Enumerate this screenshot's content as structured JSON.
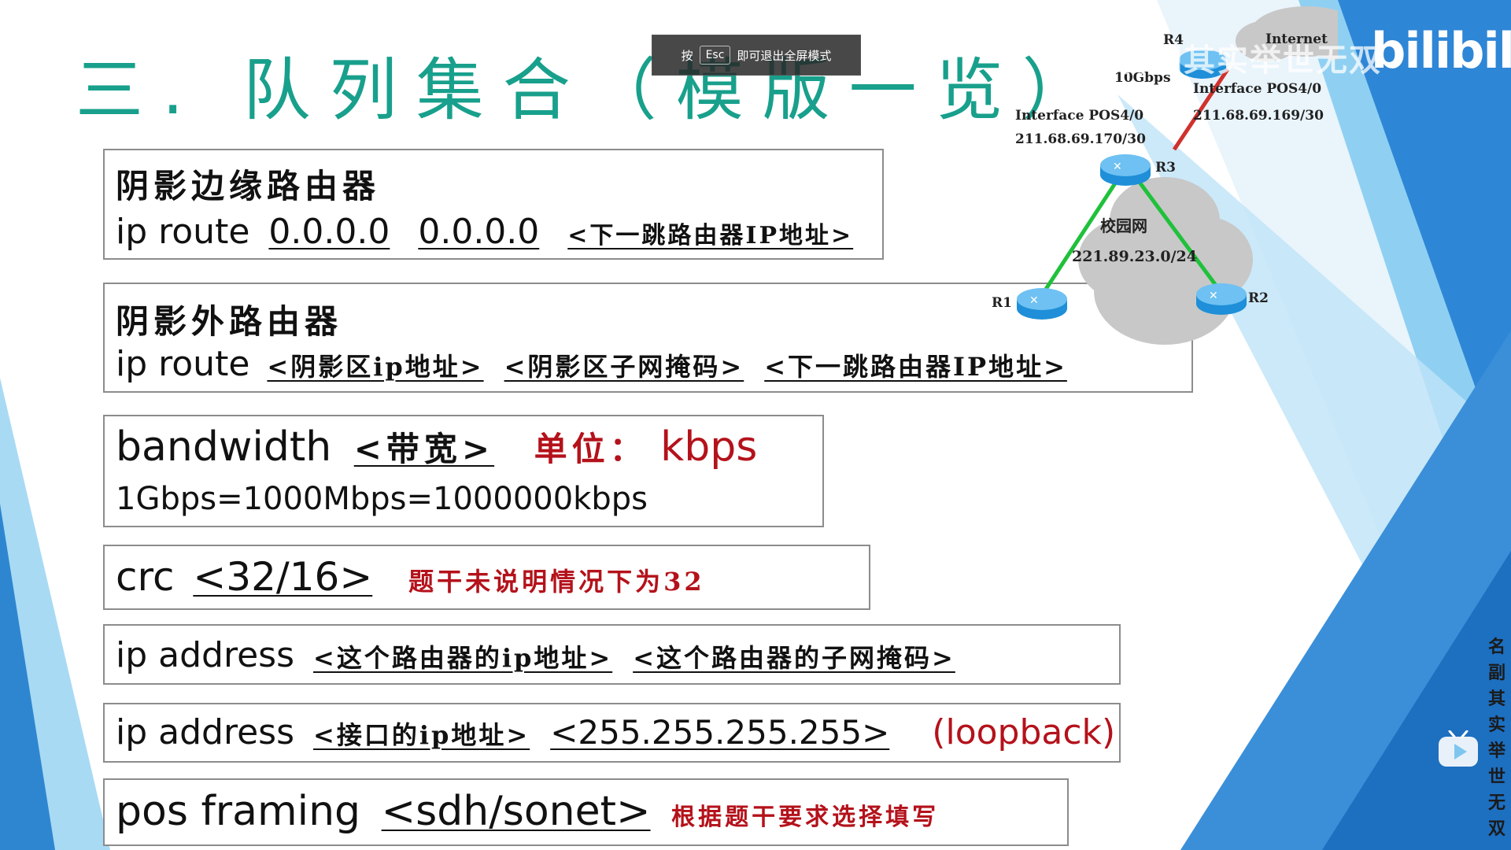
{
  "slide": {
    "title": "三. 队列集合（模版一览）",
    "boxes": {
      "stub_default": {
        "heading": "阴影边缘路由器",
        "cmd": "ip route",
        "arg1": "0.0.0.0",
        "arg2": "0.0.0.0",
        "arg3": "<下一跳路由器IP地址>"
      },
      "stub_external": {
        "heading": "阴影外路由器",
        "cmd": "ip route",
        "arg1": "<阴影区ip地址>",
        "arg2": "<阴影区子网掩码>",
        "arg3": "<下一跳路由器IP地址>"
      },
      "bandwidth": {
        "cmd": "bandwidth",
        "arg": "<带宽>",
        "unit_label": "单位：",
        "unit": "kbps",
        "conversion": "1Gbps=1000Mbps=1000000kbps"
      },
      "crc": {
        "cmd": "crc",
        "arg": "<32/16>",
        "note": "题干未说明情况下为32"
      },
      "ip_address": {
        "cmd": "ip address",
        "arg1": "<这个路由器的ip地址>",
        "arg2": "<这个路由器的子网掩码>"
      },
      "ip_loopback": {
        "cmd": "ip address",
        "arg1": "<接口的ip地址>",
        "arg2": "<255.255.255.255>",
        "note": "(loopback)"
      },
      "pos_framing": {
        "cmd": "pos framing",
        "arg": "<sdh/sonet>",
        "note": "根据题干要求选择填写"
      }
    }
  },
  "fullscreen_banner": {
    "prefix": "按",
    "key": "Esc",
    "suffix": "即可退出全屏模式"
  },
  "topology": {
    "internet": "Internet",
    "r4": "R4",
    "link_speed": "10Gbps",
    "left_interface": "Interface POS4/0",
    "left_ip": "211.68.69.170/30",
    "right_interface": "Interface POS4/0",
    "right_ip": "211.68.69.169/30",
    "r3": "R3",
    "campus": "校园网",
    "campus_subnet": "221.89.23.0/24",
    "r1": "R1",
    "r2": "R2",
    "colors": {
      "top_link": "#d0312d",
      "green_link": "#1fc13a",
      "cloud": "#c8c8c8",
      "router": "#1e8fd8"
    }
  },
  "overlay": {
    "watermark": "名副其实举世无双",
    "logo": "bilibili",
    "vertical_text": "名副其实举世无双",
    "tv_icon": "bilibili-tv-icon"
  },
  "colors": {
    "title": "#18a08c",
    "red": "#b4121b",
    "box_border": "#8c8c8c",
    "blue_dark": "#1d6fc0",
    "blue_light": "#7fc6ef"
  }
}
